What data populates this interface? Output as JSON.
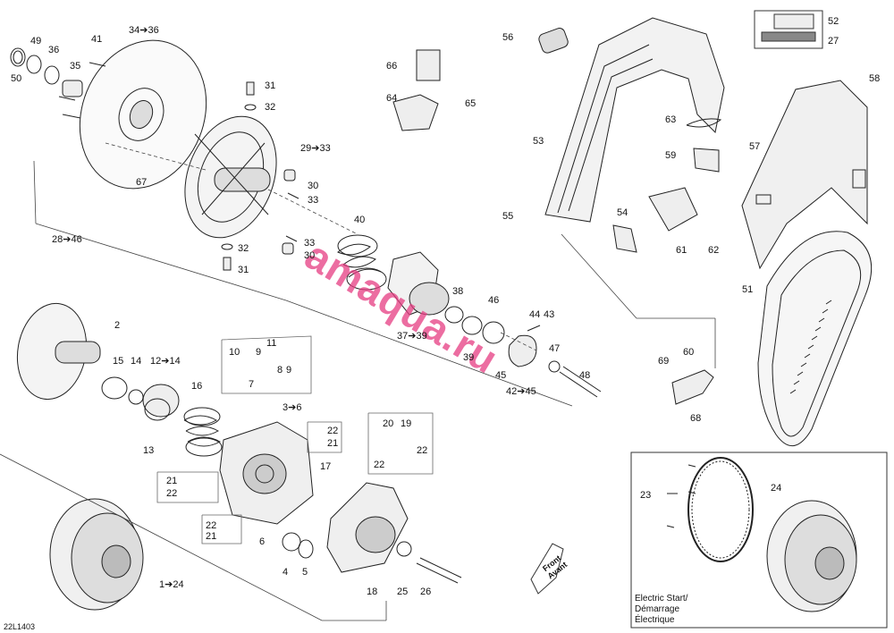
{
  "diagram_code": "22L1403",
  "watermark": "amaqua.ru",
  "front_label": "Front\nAvant",
  "electric_start_label": "Electric Start/\nDémarrage\nÉlectrique",
  "callouts": [
    {
      "id": "c49",
      "text": "49"
    },
    {
      "id": "c36a",
      "text": "36"
    },
    {
      "id": "c41",
      "text": "41"
    },
    {
      "id": "c34",
      "text": "34➔36"
    },
    {
      "id": "c50",
      "text": "50"
    },
    {
      "id": "c35",
      "text": "35"
    },
    {
      "id": "c31a",
      "text": "31"
    },
    {
      "id": "c32a",
      "text": "32"
    },
    {
      "id": "c29",
      "text": "29➔33"
    },
    {
      "id": "c67",
      "text": "67"
    },
    {
      "id": "c30a",
      "text": "30"
    },
    {
      "id": "c33a",
      "text": "33"
    },
    {
      "id": "c28",
      "text": "28➔46"
    },
    {
      "id": "c40",
      "text": "40"
    },
    {
      "id": "c33b",
      "text": "33"
    },
    {
      "id": "c30b",
      "text": "30"
    },
    {
      "id": "c32b",
      "text": "32"
    },
    {
      "id": "c31b",
      "text": "31"
    },
    {
      "id": "c38",
      "text": "38"
    },
    {
      "id": "c46",
      "text": "46"
    },
    {
      "id": "c2",
      "text": "2"
    },
    {
      "id": "c37",
      "text": "37➔39"
    },
    {
      "id": "c39",
      "text": "39"
    },
    {
      "id": "c44",
      "text": "44"
    },
    {
      "id": "c43",
      "text": "43"
    },
    {
      "id": "c47",
      "text": "47"
    },
    {
      "id": "c15",
      "text": "15"
    },
    {
      "id": "c14",
      "text": "14"
    },
    {
      "id": "c12",
      "text": "12➔14"
    },
    {
      "id": "c10",
      "text": "10"
    },
    {
      "id": "c9a",
      "text": "9"
    },
    {
      "id": "c11",
      "text": "11"
    },
    {
      "id": "c8",
      "text": "8"
    },
    {
      "id": "c9b",
      "text": "9"
    },
    {
      "id": "c7",
      "text": "7"
    },
    {
      "id": "c45",
      "text": "45"
    },
    {
      "id": "c48",
      "text": "48"
    },
    {
      "id": "c42",
      "text": "42➔45"
    },
    {
      "id": "c16",
      "text": "16"
    },
    {
      "id": "c3",
      "text": "3➔6"
    },
    {
      "id": "c22a",
      "text": "22"
    },
    {
      "id": "c21a",
      "text": "21"
    },
    {
      "id": "c20",
      "text": "20"
    },
    {
      "id": "c19",
      "text": "19"
    },
    {
      "id": "c22b",
      "text": "22"
    },
    {
      "id": "c22c",
      "text": "22"
    },
    {
      "id": "c13",
      "text": "13"
    },
    {
      "id": "c17",
      "text": "17"
    },
    {
      "id": "c21b",
      "text": "21"
    },
    {
      "id": "c22d",
      "text": "22"
    },
    {
      "id": "c22e",
      "text": "22"
    },
    {
      "id": "c21c",
      "text": "21"
    },
    {
      "id": "c6",
      "text": "6"
    },
    {
      "id": "c4",
      "text": "4"
    },
    {
      "id": "c5",
      "text": "5"
    },
    {
      "id": "c18",
      "text": "18"
    },
    {
      "id": "c25",
      "text": "25"
    },
    {
      "id": "c26",
      "text": "26"
    },
    {
      "id": "c1",
      "text": "1➔24"
    },
    {
      "id": "c66",
      "text": "66"
    },
    {
      "id": "c64",
      "text": "64"
    },
    {
      "id": "c65",
      "text": "65"
    },
    {
      "id": "c56",
      "text": "56"
    },
    {
      "id": "c52",
      "text": "52"
    },
    {
      "id": "c27",
      "text": "27"
    },
    {
      "id": "c58",
      "text": "58"
    },
    {
      "id": "c53",
      "text": "53"
    },
    {
      "id": "c63",
      "text": "63"
    },
    {
      "id": "c57",
      "text": "57"
    },
    {
      "id": "c59",
      "text": "59"
    },
    {
      "id": "c55",
      "text": "55"
    },
    {
      "id": "c54",
      "text": "54"
    },
    {
      "id": "c61",
      "text": "61"
    },
    {
      "id": "c62",
      "text": "62"
    },
    {
      "id": "c51",
      "text": "51"
    },
    {
      "id": "c60",
      "text": "60"
    },
    {
      "id": "c69",
      "text": "69"
    },
    {
      "id": "c68",
      "text": "68"
    },
    {
      "id": "c23",
      "text": "23"
    },
    {
      "id": "c24",
      "text": "24"
    }
  ]
}
